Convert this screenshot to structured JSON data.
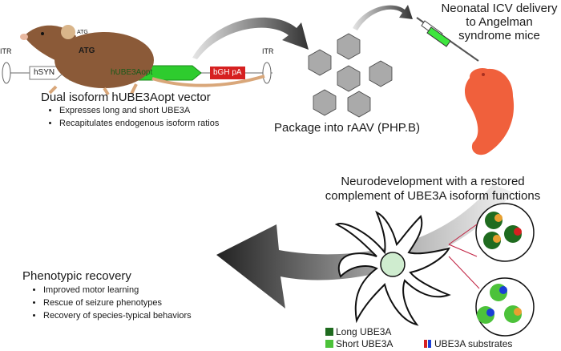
{
  "vector": {
    "itr_left": "ITR",
    "itr_right": "ITR",
    "promoter": "hSYN",
    "atg_small": "ATG",
    "atg_bold": "ATG",
    "gene": "hUBE3Aopt",
    "polya": "bGH pA",
    "title": "Dual isoform hUBE3Aopt vector",
    "bullets": [
      "Expresses long and short UBE3A",
      "Recapitulates endogenous isoform ratios"
    ]
  },
  "package": {
    "label": "Package into rAAV (PHP.B)"
  },
  "delivery": {
    "label_lines": [
      "Neonatal ICV delivery",
      "to Angelman",
      "syndrome mice"
    ]
  },
  "neuro": {
    "title_lines": [
      "Neurodevelopment with a restored",
      "complement of UBE3A isoform functions"
    ]
  },
  "legend": {
    "long": "Long UBE3A",
    "short": "Short UBE3A",
    "substrates": "UBE3A substrates"
  },
  "recovery": {
    "title": "Phenotypic recovery",
    "bullets": [
      "Improved motor learning",
      "Rescue of seizure phenotypes",
      "Recovery of species-typical behaviors"
    ]
  },
  "colors": {
    "green_bright": "#2ecc2e",
    "green_dark": "#1f6b1f",
    "green_light": "#4cc23a",
    "red": "#d62020",
    "orange": "#e8a030",
    "blue": "#1a3fd6",
    "pup": "#f0603c",
    "mouse": "#8b5a38"
  }
}
